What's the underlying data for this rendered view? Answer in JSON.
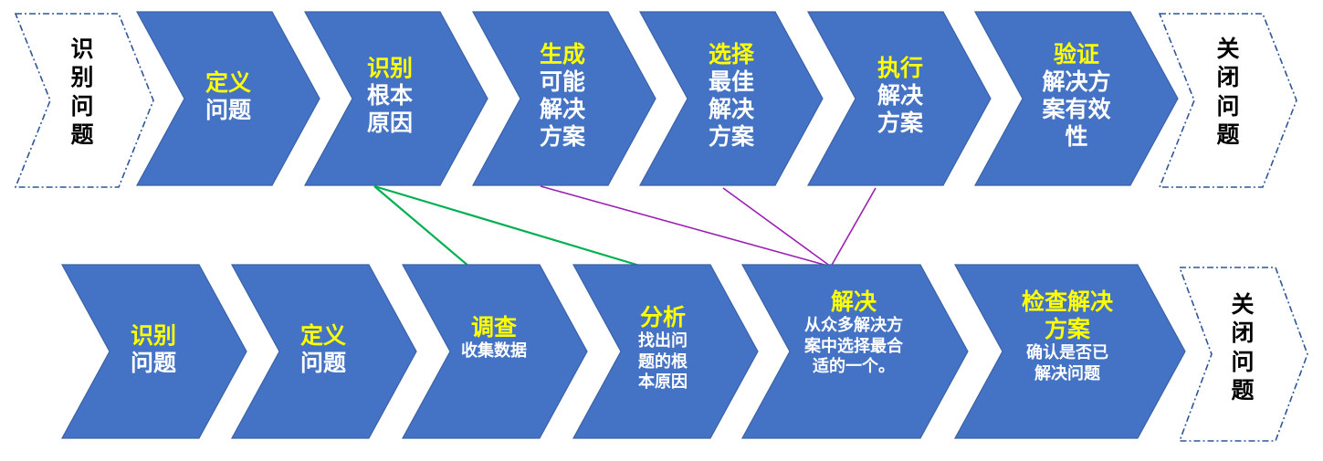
{
  "top_row": {
    "start": {
      "text": "识别问题"
    },
    "steps": [
      {
        "title": "定义",
        "desc": "问题"
      },
      {
        "title": "识别",
        "desc": "根本原因"
      },
      {
        "title": "生成",
        "desc": "可能解决方案"
      },
      {
        "title": "选择",
        "desc": "最佳解决方案"
      },
      {
        "title": "执行",
        "desc": "解决方案"
      },
      {
        "title": "验证",
        "desc": "解决方案有效性"
      }
    ],
    "end": {
      "text": "关闭问题"
    }
  },
  "bottom_row": {
    "steps": [
      {
        "title": "识别",
        "desc": "问题"
      },
      {
        "title": "定义",
        "desc": "问题"
      },
      {
        "title": "调查",
        "desc": "收集数据"
      },
      {
        "title": "分析",
        "desc": "找出问题的根本原因"
      },
      {
        "title": "解决",
        "desc": "从众多解决方案中选择最合适的一个。"
      },
      {
        "title": "检查解决方案",
        "desc": "确认是否已解决问题"
      }
    ],
    "end": {
      "text": "关闭问题"
    }
  },
  "colors": {
    "shape_fill": "#4472C4",
    "title_text": "#FFFF00",
    "desc_text": "#FFFFFF",
    "green_connector": "#00B050",
    "purple_connector": "#9B1FB3"
  }
}
